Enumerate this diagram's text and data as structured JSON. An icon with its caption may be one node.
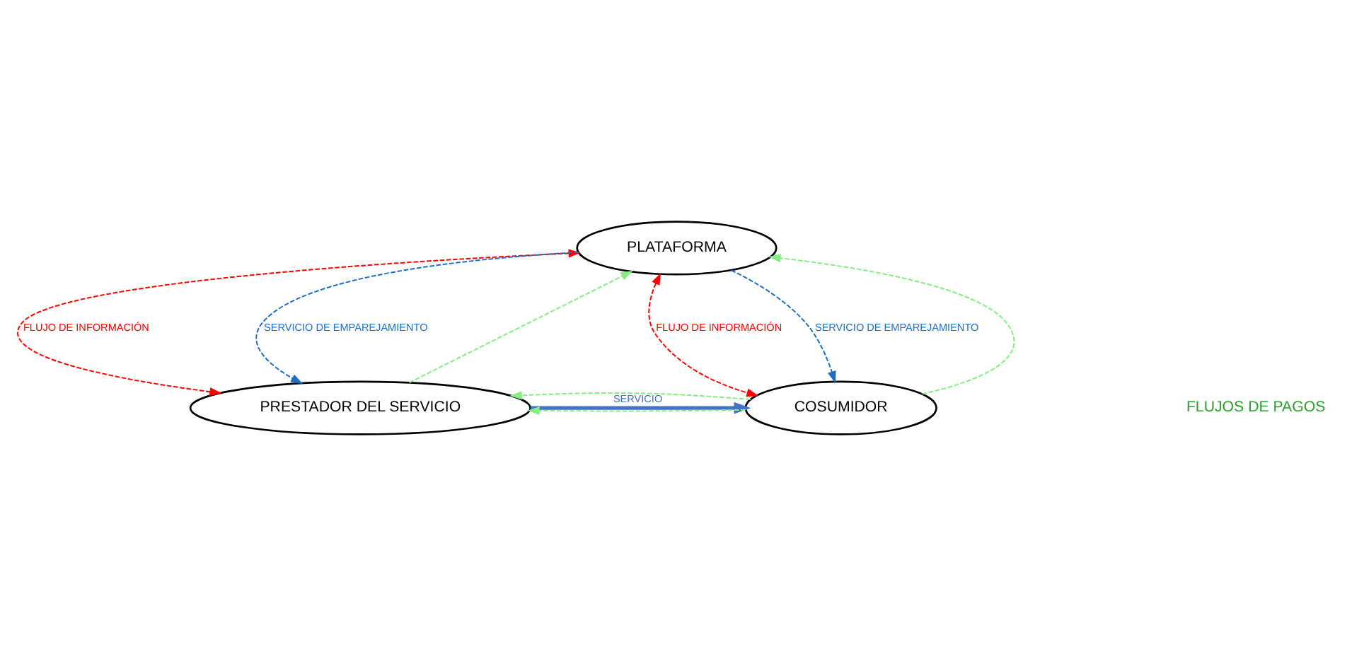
{
  "diagram": {
    "nodes": [
      {
        "text": [
          "PLATAFORMA"
        ]
      },
      {
        "text": [
          "PRESTADOR DEL SERVICIO"
        ]
      },
      {
        "text": [
          "COSUMIDOR"
        ]
      }
    ],
    "edges": [
      {
        "from": 0,
        "to": 1,
        "arrow": "both",
        "label": "FLUJO DE INFORMACIÓN",
        "style": "dashed",
        "color": "#ff0000"
      },
      {
        "from": 0,
        "to": 1,
        "arrow": "to",
        "label": "SERVICIO DE EMPAREJAMIENTO",
        "style": "dashed",
        "color": "#1f6fc0"
      },
      {
        "from": 0,
        "to": 2,
        "arrow": "both",
        "label": "FLUJO DE INFORMACIÓN",
        "style": "dashed",
        "color": "#ff0000"
      },
      {
        "from": 0,
        "to": 2,
        "arrow": "to",
        "label": "SERVICIO DE EMPAREJAMIENTO",
        "style": "dashed",
        "color": "#1f6fc0"
      },
      {
        "from": 2,
        "to": 1,
        "arrow": "to",
        "style": "dashed",
        "color": "#86ec86"
      },
      {
        "from": 1,
        "to": 0,
        "arrow": "to",
        "style": "dashed",
        "color": "#86ec86"
      },
      {
        "from": 2,
        "to": 0,
        "arrow": "to",
        "style": "dashed",
        "color": "#86ec86"
      },
      {
        "from": 2,
        "to": 1,
        "arrow": "to",
        "style": "dashed",
        "color": "#86ec86"
      },
      {
        "from": 1,
        "to": 2,
        "arrow": "to",
        "label": "SERVICIO",
        "style": "thick",
        "color": "#4472c4"
      }
    ],
    "labels": [
      "FLUJOS DE PAGOS"
    ]
  }
}
